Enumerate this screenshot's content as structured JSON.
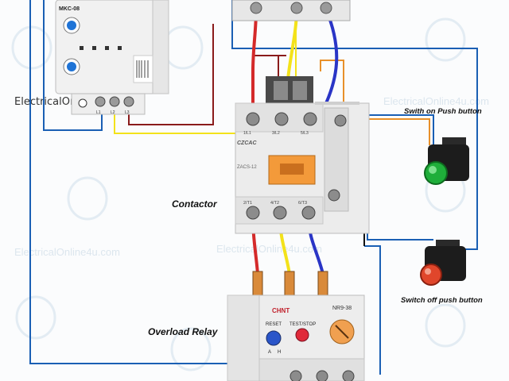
{
  "watermark": "ElectricalOnline4u.com",
  "labels": {
    "contactor": "Contactor",
    "overload_relay": "Overload Relay",
    "on_button": "Swith on Push button",
    "off_button": "Switch off push button"
  },
  "phase_relay": {
    "model": "MKC-08",
    "terminal_marks": [
      "L1",
      "L2",
      "L3"
    ]
  },
  "contactor": {
    "brand": "CZCAC",
    "model": "ZACS-12",
    "top_terminals": [
      "1/L1",
      "3/L2",
      "5/L3"
    ],
    "bottom_terminals": [
      "2/T1",
      "4/T2",
      "6/T3"
    ]
  },
  "overload": {
    "brand": "CHNT",
    "model": "NR9-38",
    "reset_label": "RESET",
    "test_stop_label": "TEST/STOP",
    "mode_a": "A",
    "mode_h": "H"
  },
  "colors": {
    "red_wire": "#d42a2a",
    "yellow_wire": "#f3e21a",
    "blue_wire": "#2a35c6",
    "control_wire": "#1a5fb4",
    "orange_wire": "#e8902a",
    "dark_red_wire": "#8a1b1b",
    "green_button": "#1fae3a",
    "red_button": "#e0462b"
  }
}
